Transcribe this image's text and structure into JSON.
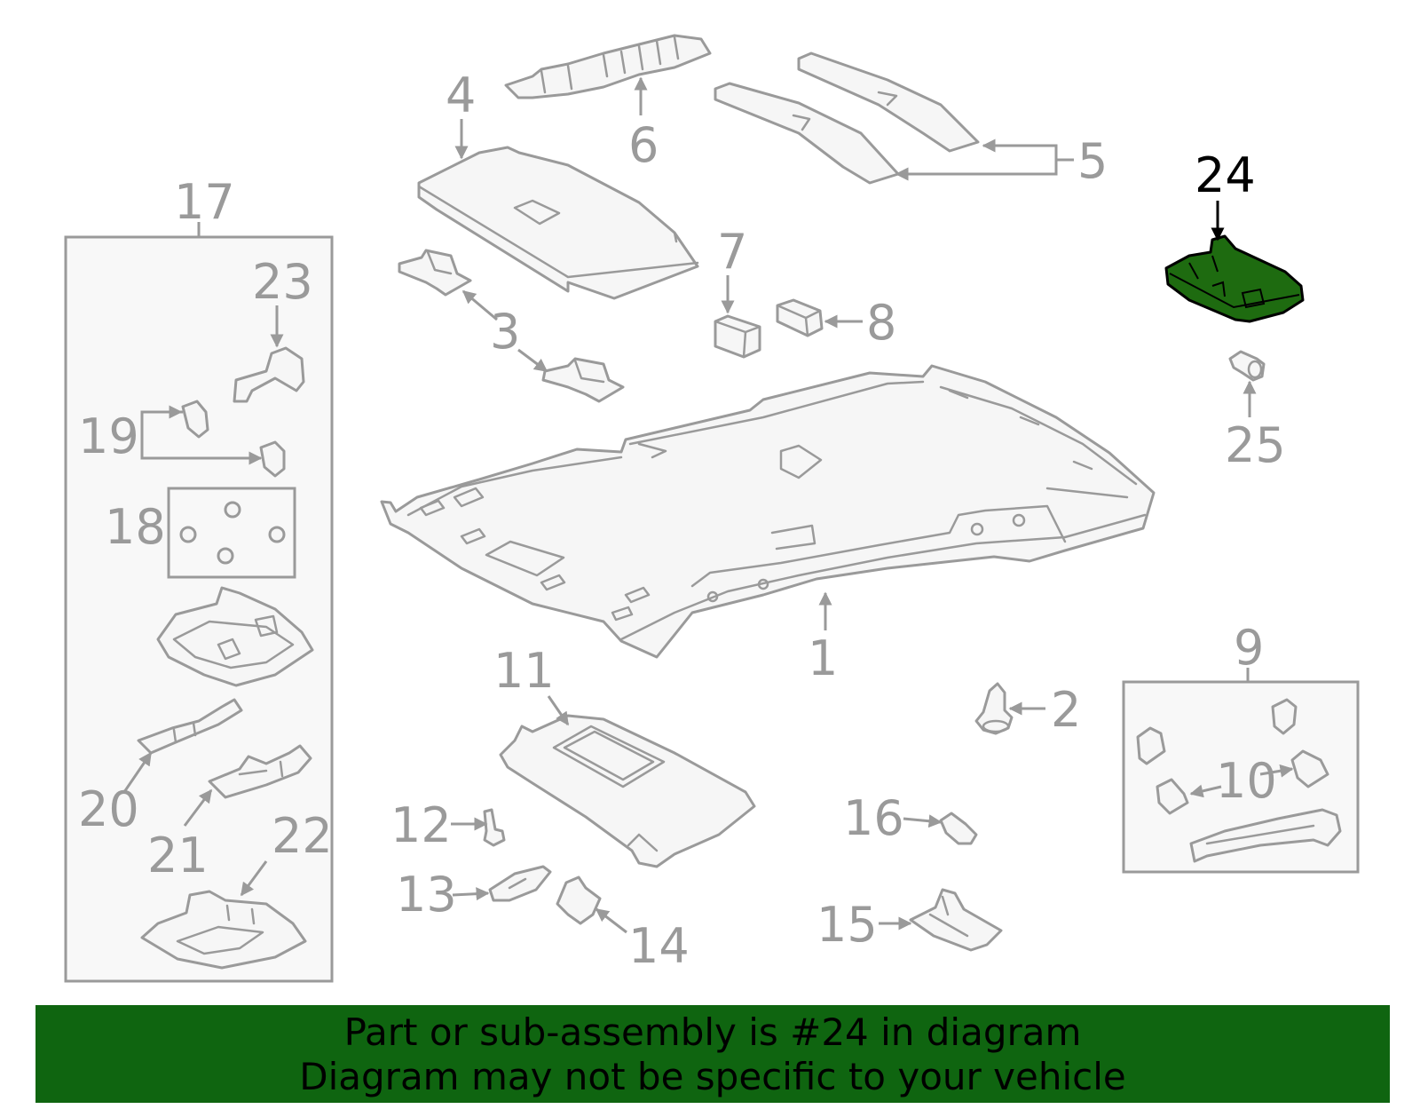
{
  "diagram": {
    "highlight_color": "#1e6b10",
    "line_color": "#9a9a9a",
    "callouts": [
      "1",
      "2",
      "3",
      "4",
      "5",
      "6",
      "7",
      "8",
      "9",
      "10",
      "11",
      "12",
      "13",
      "14",
      "15",
      "16",
      "17",
      "18",
      "19",
      "20",
      "21",
      "22",
      "23",
      "24",
      "25"
    ],
    "highlighted_callout": "24"
  },
  "banner": {
    "line1": "Part or sub-assembly is #24 in diagram",
    "line2": "Diagram may not be specific to your vehicle",
    "background": "#0f6510"
  }
}
